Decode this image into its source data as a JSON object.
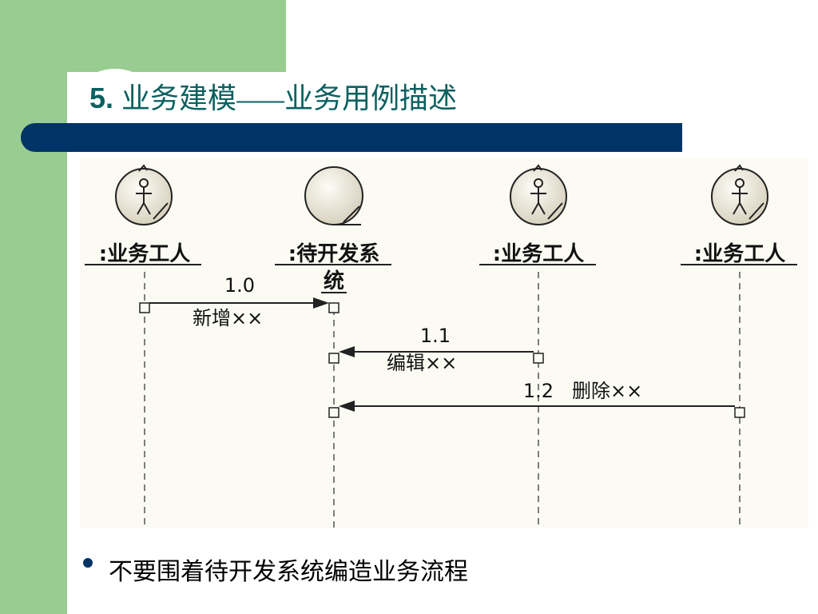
{
  "slide": {
    "title_number": "5.",
    "title_main": "业务建模",
    "title_dash": "——",
    "title_sub": "业务用例描述",
    "bullet": "不要围着待开发系统编造业务流程"
  },
  "diagram": {
    "lifelines": [
      {
        "name": ":业务工人",
        "kind": "business-worker"
      },
      {
        "name": ":待开发系",
        "name_line2": "统",
        "kind": "business-entity"
      },
      {
        "name": ":业务工人",
        "kind": "business-worker"
      },
      {
        "name": ":业务工人",
        "kind": "business-worker"
      }
    ],
    "messages": [
      {
        "number": "1.0",
        "label": "新增××",
        "from": 0,
        "to": 1
      },
      {
        "number": "1.1",
        "label": "编辑××",
        "from": 2,
        "to": 1
      },
      {
        "number": "1.2",
        "label": "删除××",
        "from": 3,
        "to": 1
      }
    ]
  }
}
